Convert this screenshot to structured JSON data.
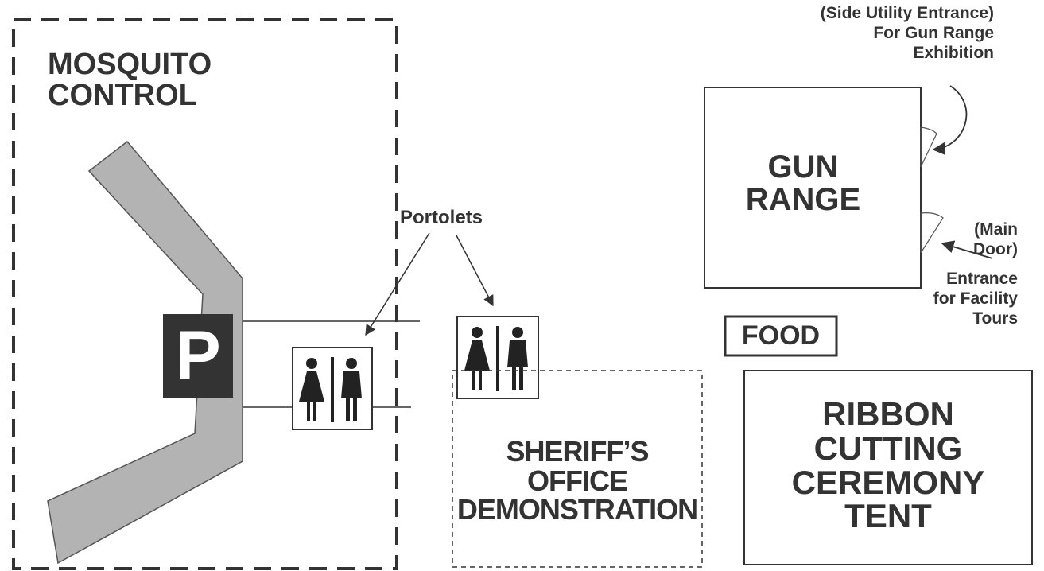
{
  "map": {
    "zones": {
      "mosquito_control": "MOSQUITO\nCONTROL",
      "gun_range": "GUN\nRANGE",
      "food": "FOOD",
      "ribbon_cutting": "RIBBON\nCUTTING\nCEREMONY\nTENT",
      "sheriffs_office": "SHERIFF’S\nOFFICE\nDEMONSTRATION"
    },
    "parking": {
      "letter": "P"
    },
    "portolets": {
      "label": "Portolets"
    },
    "entrances": {
      "side_utility": "(Side Utility Entrance)\nFor Gun Range\nExhibition",
      "main_door": "(Main\nDoor)",
      "facility_tours": "Entrance\nfor Facility\nTours"
    },
    "colors": {
      "road": "#b3b3b3",
      "parking_bg": "#333333",
      "text": "#333333",
      "line": "#333333"
    },
    "icons": [
      "restroom-sign-icon",
      "restroom-sign-icon"
    ]
  }
}
